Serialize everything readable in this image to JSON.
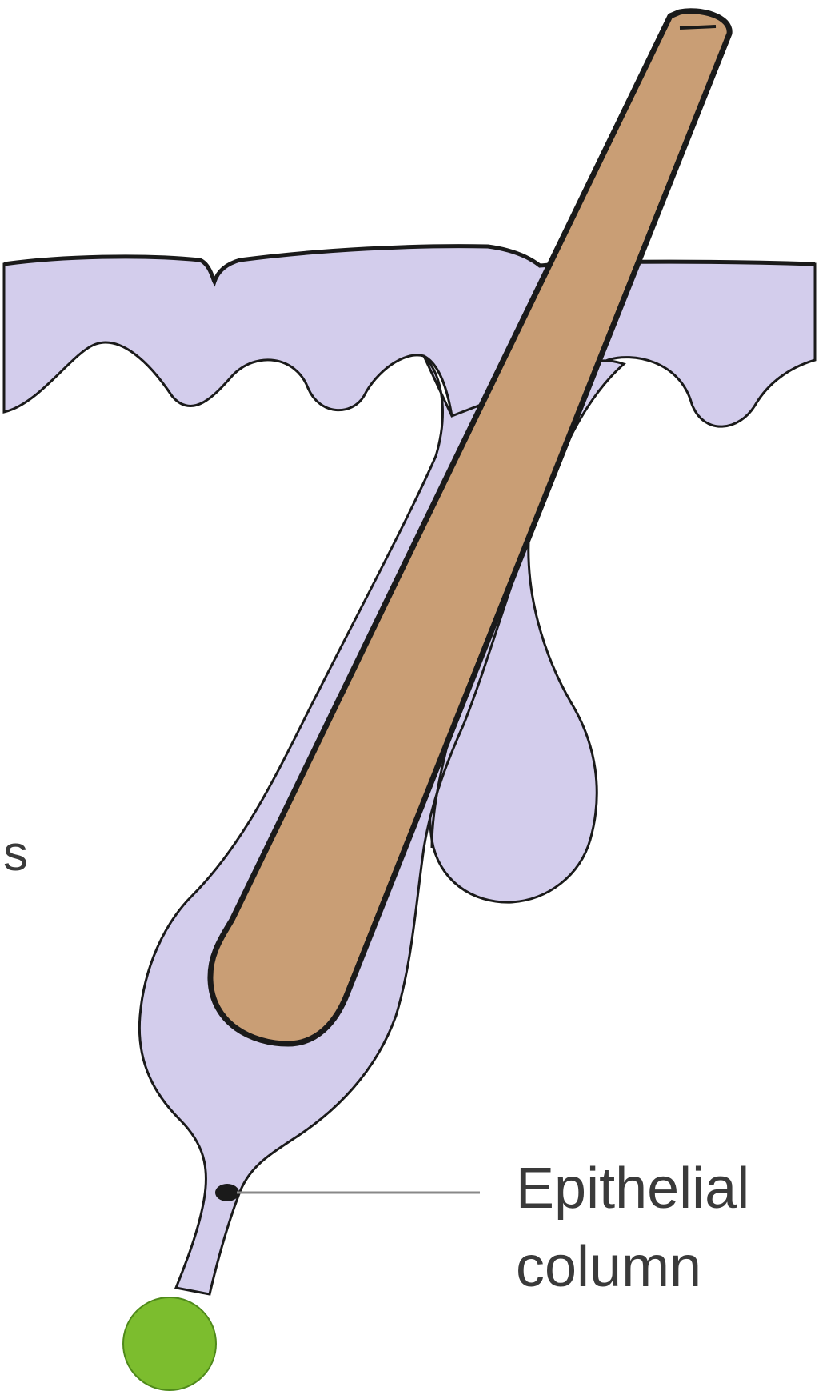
{
  "labels": {
    "side_fragment": "s",
    "epithelial_line1": "Epithelial",
    "epithelial_line2": "column"
  },
  "colors": {
    "background": "#ffffff",
    "epidermis_fill": "#d3cdec",
    "hair_fill": "#c99e75",
    "outline": "#1a1a1a",
    "papilla_fill": "#7cbd2e",
    "leader_line": "#888888",
    "label_text": "#3a3a3a"
  }
}
